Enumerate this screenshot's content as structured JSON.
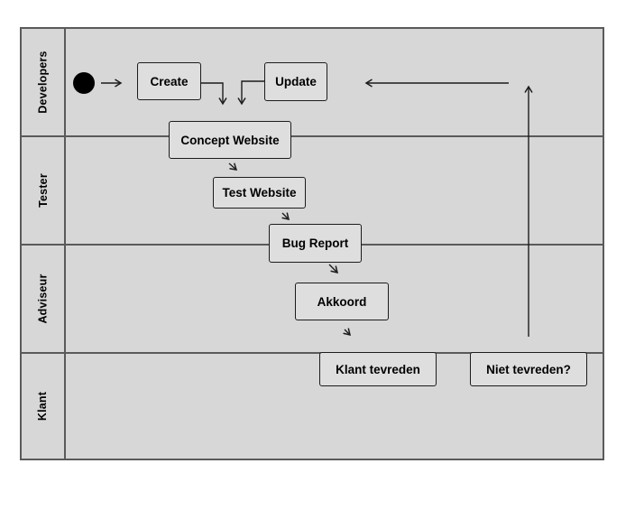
{
  "diagram": {
    "type": "swimlane-activity-diagram",
    "colors": {
      "page_background": "#ffffff",
      "lane_fill": "#d7d7d7",
      "frame_line": "#5a5a5a",
      "node_fill": "#dedede",
      "node_border": "#1c1c1c",
      "arrow": "#1c1c1c",
      "text": "#000000"
    },
    "lanes": [
      {
        "label": "Developers"
      },
      {
        "label": "Tester"
      },
      {
        "label": "Adviseur"
      },
      {
        "label": "Klant"
      }
    ],
    "nodes": {
      "create": {
        "label": "Create"
      },
      "update": {
        "label": "Update"
      },
      "concept_website": {
        "label": "Concept Website"
      },
      "test_website": {
        "label": "Test Website"
      },
      "bug_report": {
        "label": "Bug Report"
      },
      "akkoord": {
        "label": "Akkoord"
      },
      "klant_tevreden": {
        "label": "Klant tevreden"
      },
      "niet_tevreden": {
        "label": "Niet tevreden?"
      }
    }
  }
}
